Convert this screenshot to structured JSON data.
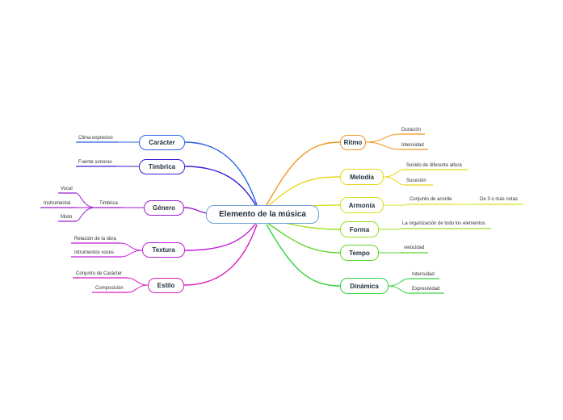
{
  "center": {
    "label": "Elemento de la música",
    "color": "#6f9fd8"
  },
  "branches": [
    {
      "id": "ritmo",
      "label": "Ritmo",
      "color": "#f0961c"
    },
    {
      "id": "melodia",
      "label": "Melodía",
      "color": "#e8d81a"
    },
    {
      "id": "armonia",
      "label": "Armonía",
      "color": "#d6e01e"
    },
    {
      "id": "forma",
      "label": "Forma",
      "color": "#9ae026"
    },
    {
      "id": "tempo",
      "label": "Tempo",
      "color": "#5ed632"
    },
    {
      "id": "dinamica",
      "label": "Dinámica",
      "color": "#33d43f"
    },
    {
      "id": "caracter",
      "label": "Carácter",
      "color": "#2a62e6"
    },
    {
      "id": "timbrica",
      "label": "Timbrica",
      "color": "#3a1fd6"
    },
    {
      "id": "genero",
      "label": "Género",
      "color": "#9a1fd0"
    },
    {
      "id": "textura",
      "label": "Textura",
      "color": "#c01fd8"
    },
    {
      "id": "estilo",
      "label": "Estilo",
      "color": "#d81fbe"
    }
  ],
  "leaves": {
    "duracion": "Duración",
    "intensidad": "Intensidad",
    "sonido_diferente_altura": "Sonido de diferente altura",
    "sucesion": "Sucesión",
    "conjunto_acorde": "Conjunto de acorde",
    "tres_o_mas_notas": "De 3 o más notas",
    "organizacion": "La organización de todo los elementos",
    "velocidad": "velocidad",
    "intensidad_dinamica": "Intensidad",
    "expresividad": "Expresividad",
    "clima_expresivo": "Clima expresivo",
    "fuente_sonoras": "Fuente sonoras",
    "timbrica_sub": "Timbrica",
    "vocal": "Vocal",
    "instrumental": "Instrumental",
    "mixto": "Mixto",
    "relacion_obra": "Relación de la obra",
    "instrumentos_voces": "Intrumentos voces",
    "conjunto_caracter": "Conjunto de Carácter",
    "composicion": "Composición"
  }
}
